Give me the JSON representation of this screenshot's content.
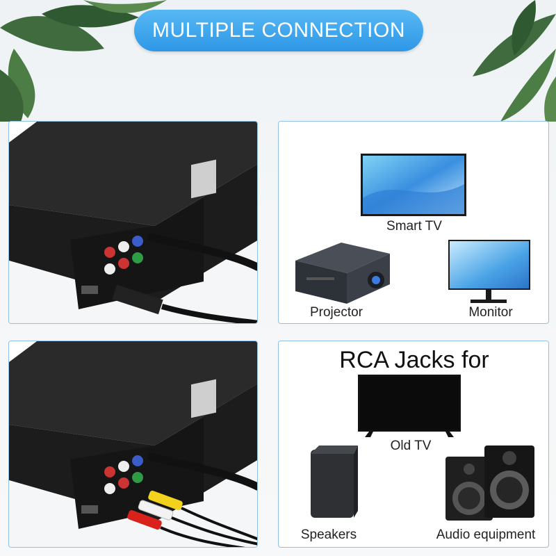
{
  "banner": {
    "title": "MULTIPLE CONNECTION"
  },
  "hdmi_panel": {
    "devices": [
      {
        "label": "Smart TV",
        "icon": "smart-tv-icon"
      },
      {
        "label": "Projector",
        "icon": "projector-icon"
      },
      {
        "label": "Monitor",
        "icon": "monitor-icon"
      }
    ]
  },
  "rca_panel": {
    "heading": "RCA Jacks for",
    "devices": [
      {
        "label": "Old TV",
        "icon": "old-tv-icon"
      },
      {
        "label": "Speakers",
        "icon": "speaker-icon"
      },
      {
        "label": "Audio equipment",
        "icon": "audio-equipment-icon"
      }
    ]
  },
  "colors": {
    "banner": "#2e97e6",
    "panel_border": "#8fc1e4",
    "rca_yellow": "#f2d21c",
    "rca_red": "#d9221c",
    "rca_white": "#f2f2f2"
  }
}
